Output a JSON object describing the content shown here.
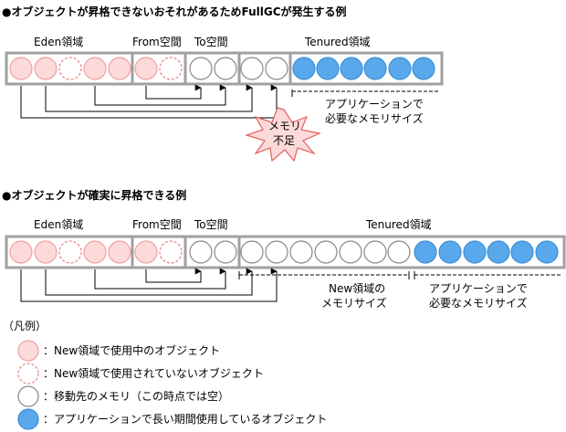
{
  "sections": [
    {
      "title": "●オブジェクトが昇格できないおそれがあるためFullGCが発生する例",
      "labels": {
        "eden": "Eden領域",
        "from": "From空間",
        "to": "To空間",
        "tenured": "Tenured領域"
      },
      "annotations": {
        "app_memory_line1": "アプリケーションで",
        "app_memory_line2": "必要なメモリサイズ"
      },
      "shortage_line1": "メモリ",
      "shortage_line2": "不足"
    },
    {
      "title": "●オブジェクトが確実に昇格できる例",
      "labels": {
        "eden": "Eden領域",
        "from": "From空間",
        "to": "To空間",
        "tenured": "Tenured領域"
      },
      "annotations": {
        "new_memory_line1": "New領域の",
        "new_memory_line2": "メモリサイズ",
        "app_memory_line1": "アプリケーションで",
        "app_memory_line2": "必要なメモリサイズ"
      }
    }
  ],
  "legend": {
    "title": "（凡例）",
    "items": [
      {
        "type": "used",
        "text": "：New領域で使用中のオブジェクト"
      },
      {
        "type": "unused",
        "text": "：New領域で使用されていないオブジェクト"
      },
      {
        "type": "dest",
        "text": "：移動先のメモリ（この時点では空）"
      },
      {
        "type": "long",
        "text": "：アプリケーションで長い期間使用しているオブジェクト"
      }
    ]
  },
  "colors": {
    "used_fill": "#fcdada",
    "used_stroke": "#f0a0a0",
    "unused_stroke": "#e88080",
    "dest_stroke": "#888888",
    "long_fill": "#5aa8ec",
    "long_stroke": "#3d8fd6",
    "box_stroke": "#a0a0a0",
    "burst_fill": "#fcdada",
    "burst_stroke": "#e06060"
  }
}
